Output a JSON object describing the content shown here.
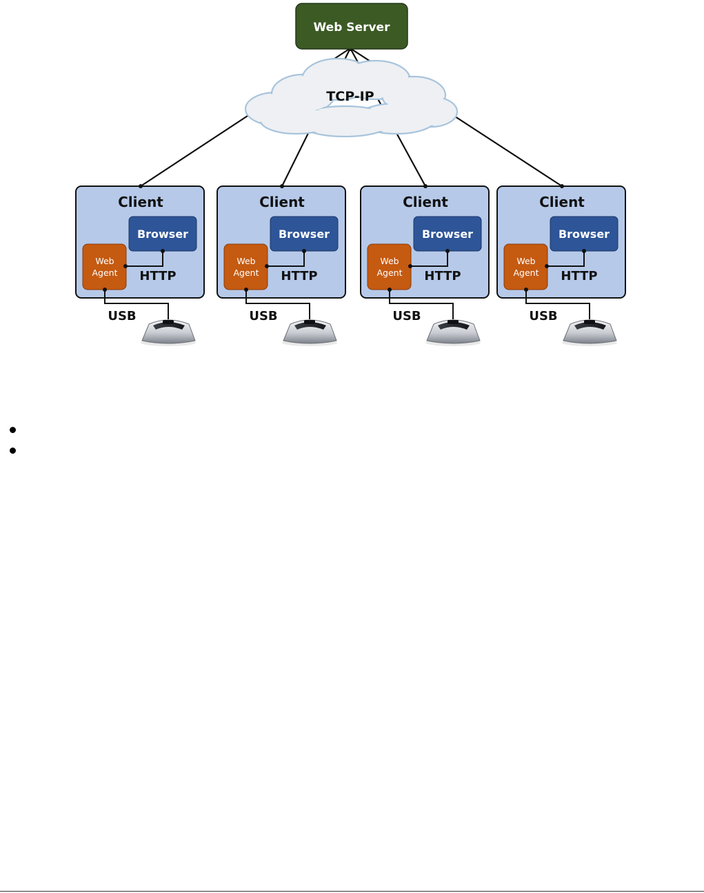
{
  "diagram": {
    "server": {
      "label": "Web Server"
    },
    "network": {
      "label": "TCP-IP"
    },
    "clients": [
      {
        "title": "Client",
        "browser": "Browser",
        "agent_line1": "Web",
        "agent_line2": "Agent",
        "http": "HTTP",
        "usb": "USB"
      },
      {
        "title": "Client",
        "browser": "Browser",
        "agent_line1": "Web",
        "agent_line2": "Agent",
        "http": "HTTP",
        "usb": "USB"
      },
      {
        "title": "Client",
        "browser": "Browser",
        "agent_line1": "Web",
        "agent_line2": "Agent",
        "http": "HTTP",
        "usb": "USB"
      },
      {
        "title": "Client",
        "browser": "Browser",
        "agent_line1": "Web",
        "agent_line2": "Agent",
        "http": "HTTP",
        "usb": "USB"
      }
    ],
    "colors": {
      "server_fill": "#3c5a24",
      "client_fill": "#b6c9e9",
      "browser_fill": "#2d5597",
      "agent_fill": "#c55a11",
      "cloud_fill": "#eef0f3",
      "cloud_stroke": "#a8c4dc"
    },
    "device_icon": "fingerprint-scanner-icon"
  },
  "bullets": [
    {
      "text": ""
    },
    {
      "text": ""
    }
  ]
}
